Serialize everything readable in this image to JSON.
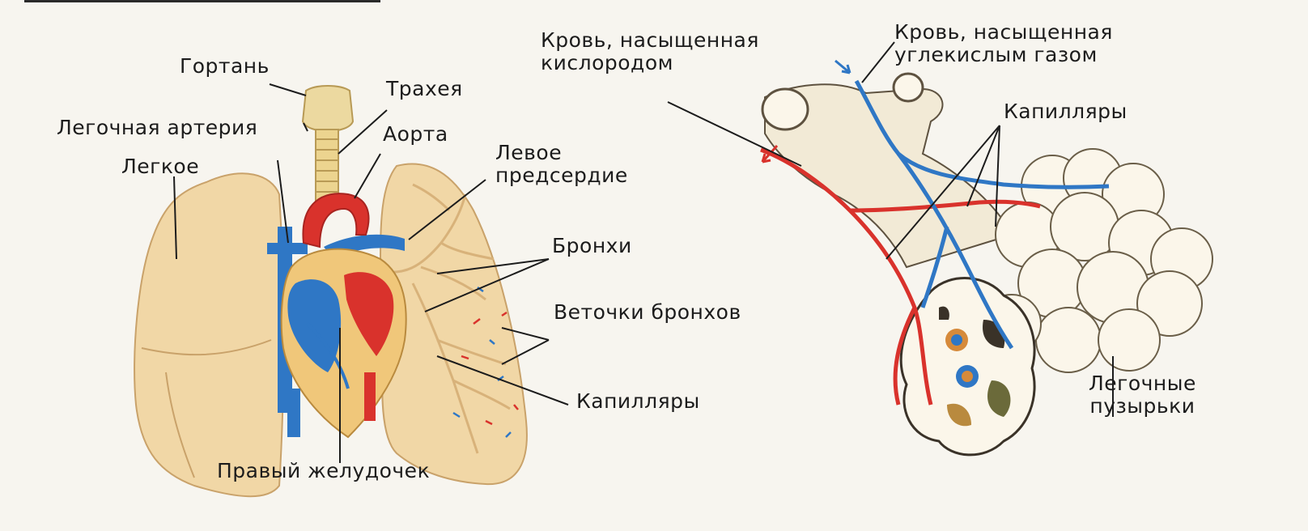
{
  "colors": {
    "paper": "#f7f5ef",
    "lung_fill": "#f1d7a6",
    "lung_stroke": "#c9a26a",
    "artery_red": "#d9322c",
    "vein_blue": "#2f77c5",
    "leader_line": "#1c1c1c",
    "alveolus_fill": "#fbf6ea",
    "label_text": "#1c1c1c"
  },
  "left_diagram": {
    "labels": {
      "larynx": "Гортань",
      "trachea": "Трахея",
      "pulmonary_artery": "Легочная артерия",
      "aorta": "Аорта",
      "lung": "Легкое",
      "left_atrium": "Левое\nпредсердие",
      "bronchi": "Бронхи",
      "bronchial_branches": "Веточки бронхов",
      "capillaries": "Капилляры",
      "right_ventricle": "Правый желудочек"
    }
  },
  "right_diagram": {
    "labels": {
      "oxygenated_blood": "Кровь, насыщенная\nкислородом",
      "deoxygenated_blood": "Кровь, насыщенная\nуглекислым газом",
      "capillaries": "Капилляры",
      "alveoli": "Легочные\nпузырьки"
    }
  }
}
